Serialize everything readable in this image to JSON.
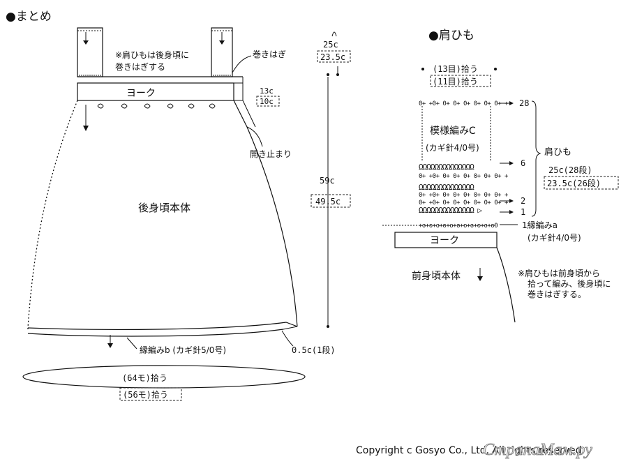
{
  "left": {
    "heading": "●まとめ",
    "note": [
      "※肩ひもは後身頃に",
      "巻きはぎする"
    ],
    "makihagi": "巻きはぎ",
    "yoke": "ヨーク",
    "yoke_dims": [
      "13c",
      "10c"
    ],
    "akidomari": "開き止まり",
    "body": "後身頃本体",
    "top_dims": [
      "25c",
      "23.5c"
    ],
    "height_dims": [
      "59c",
      "49.5c"
    ],
    "edging": "縁編みb (カギ針5/0号)",
    "edging_dim": "0.5c(1段)",
    "pickup": [
      "(64モ)拾う",
      "(56モ)拾う"
    ]
  },
  "right": {
    "heading": "●肩ひも",
    "pickup": [
      "(13目)拾う",
      "(11目)拾う"
    ],
    "pattern": "模様編みC",
    "hook": "(カギ針4/0号)",
    "row_labels": [
      "28",
      "6",
      "2",
      "1"
    ],
    "strap_title": "肩ひも",
    "strap_dims": [
      "25c(28段)",
      "23.5c(26段)"
    ],
    "edging": "1縁編みa",
    "edging_hook": "(カギ針4/0号)",
    "yoke": "ヨーク",
    "front": "前身頃本体",
    "note": [
      "※肩ひもは前身頃から",
      "拾って編み、後身頃に",
      "巻きはぎする。"
    ]
  },
  "footer": {
    "copyright": "Copyright c Gosyo Co., Ltd. All rights reserved.",
    "watermark": "СтранаМам.ру"
  }
}
